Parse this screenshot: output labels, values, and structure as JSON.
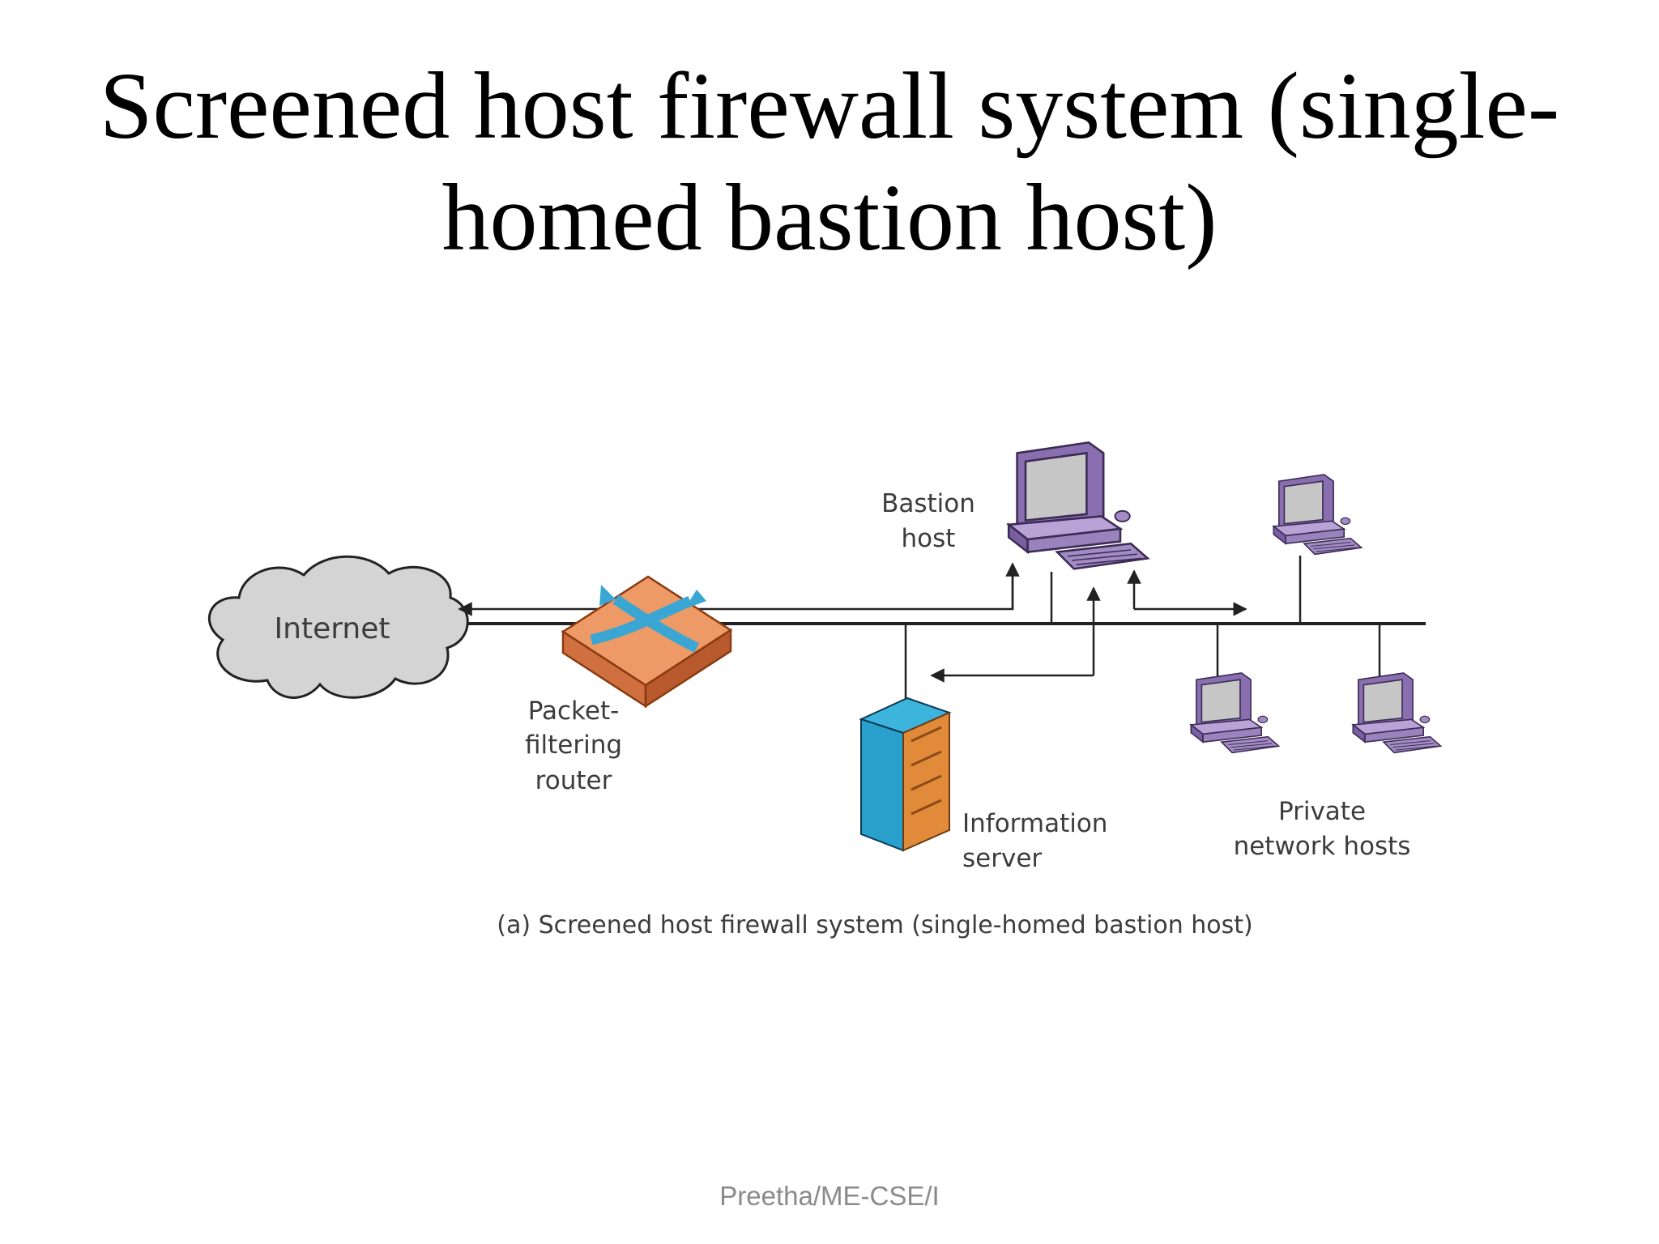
{
  "slide": {
    "title_line1": "Screened host firewall system (single-",
    "title_line2": "homed bastion host)",
    "footer": "Preetha/ME-CSE/I"
  },
  "diagram": {
    "internet": "Internet",
    "router": [
      "Packet-",
      "filtering",
      "router"
    ],
    "bastion": [
      "Bastion",
      "host"
    ],
    "info_server": [
      "Information",
      "server"
    ],
    "private_hosts": [
      "Private",
      "network hosts"
    ],
    "caption": "(a) Screened host firewall system (single-homed bastion host)"
  },
  "colors": {
    "cloud_fill": "#d4d4d4",
    "router_top": "#ee9a66",
    "router_side": "#cc6a3a",
    "router_arrows": "#3aa6d4",
    "computer": "#a78ec6",
    "server_front": "#2aa0cc",
    "server_side": "#e08a3a"
  }
}
